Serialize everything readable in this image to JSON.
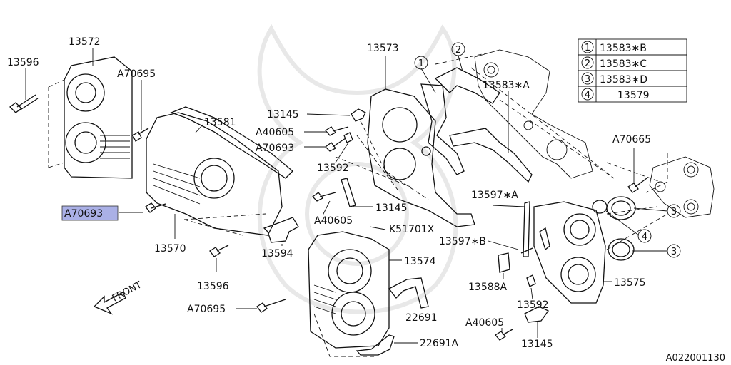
{
  "labels": {
    "p13572": "13572",
    "p13596a": "13596",
    "a70695a": "A70695",
    "p13581": "13581",
    "a70693_sel": "A70693",
    "p13570": "13570",
    "p13596b": "13596",
    "p13594": "13594",
    "a70695b": "A70695",
    "front": "FRONT",
    "p13573": "13573",
    "p13145a": "13145",
    "a40605a": "A40605",
    "a70693b": "A70693",
    "p13592a": "13592",
    "p13145b": "13145",
    "a40605b": "A40605",
    "k51701x": "K51701X",
    "p13574": "13574",
    "p22691": "22691",
    "p22691a": "22691A",
    "p13583a": "13583∗A",
    "a70665": "A70665",
    "p13597a": "13597∗A",
    "p13597b": "13597∗B",
    "p13588a": "13588A",
    "p13592b": "13592",
    "a40605c": "A40605",
    "p13145c": "13145",
    "p13575": "13575",
    "c1": "1",
    "c2": "2",
    "c3a": "3",
    "c3b": "3",
    "c4": "4",
    "figure_code": "A022001130"
  },
  "legend": [
    {
      "num": "1",
      "part": "13583∗B"
    },
    {
      "num": "2",
      "part": "13583∗C"
    },
    {
      "num": "3",
      "part": "13583∗D"
    },
    {
      "num": "4",
      "part": "13579"
    }
  ],
  "colors": {
    "highlight": "#aab0e6",
    "ink": "#111111",
    "watermark": "#e8e8e8"
  }
}
